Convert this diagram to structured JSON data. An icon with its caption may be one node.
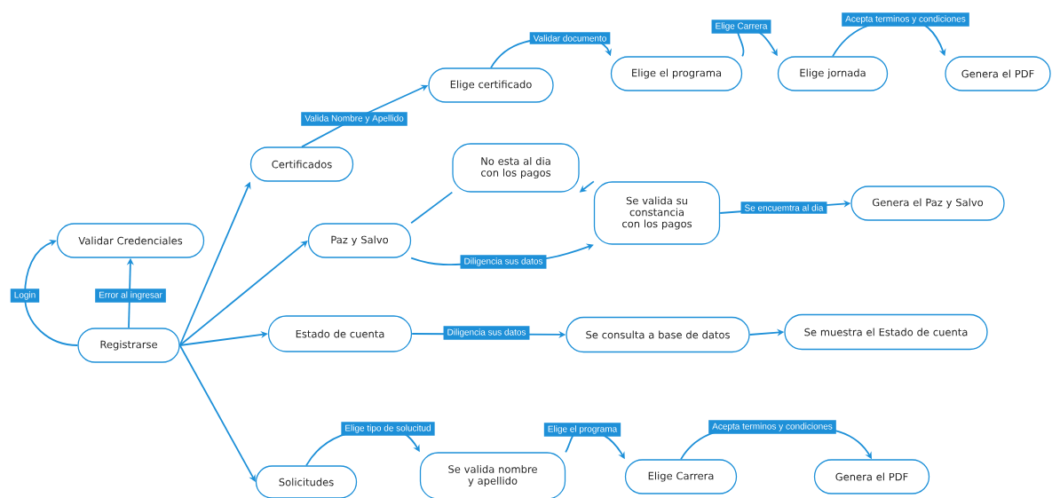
{
  "diagram": {
    "nodes": [
      {
        "text": [
          "Validar Credenciales"
        ]
      },
      {
        "text": [
          "Registrarse"
        ]
      },
      {
        "text": [
          "Certificados"
        ]
      },
      {
        "text": [
          "Elige certificado"
        ]
      },
      {
        "text": [
          "Elige el programa"
        ]
      },
      {
        "text": [
          "Elige jornada"
        ]
      },
      {
        "text": [
          "Genera el PDF"
        ]
      },
      {
        "text": [
          "Paz y Salvo"
        ]
      },
      {
        "text": [
          "No esta al dia con los pagos"
        ]
      },
      {
        "text": [
          "Se valida su constancia con los pagos"
        ]
      },
      {
        "text": [
          "Genera el Paz y Salvo"
        ]
      },
      {
        "text": [
          "Estado de cuenta"
        ]
      },
      {
        "text": [
          "Se consulta a base de datos"
        ]
      },
      {
        "text": [
          "Se muestra el Estado de cuenta"
        ]
      },
      {
        "text": [
          "Solicitudes"
        ]
      },
      {
        "text": [
          "Se valida nombre y apellido"
        ]
      },
      {
        "text": [
          "Elige Carrera"
        ]
      },
      {
        "text": [
          "Genera el PDF"
        ]
      }
    ],
    "edges": [
      {
        "from": 1,
        "to": 0,
        "arrow": "to",
        "label": "Login"
      },
      {
        "from": 1,
        "to": 0,
        "arrow": "to",
        "label": "Error al ingresar"
      },
      {
        "from": 1,
        "to": 2,
        "arrow": "to"
      },
      {
        "from": 1,
        "to": 7,
        "arrow": "to"
      },
      {
        "from": 1,
        "to": 11,
        "arrow": "to"
      },
      {
        "from": 1,
        "to": 14,
        "arrow": "to"
      },
      {
        "from": 2,
        "to": 3,
        "arrow": "to",
        "label": "Valida Nombre y Apellido"
      },
      {
        "from": 3,
        "to": 4,
        "arrow": "to",
        "label": "Validar documento"
      },
      {
        "from": 4,
        "to": 5,
        "arrow": "to",
        "label": "Elige Carrera"
      },
      {
        "from": 5,
        "to": 6,
        "arrow": "to",
        "label": "Acepta terminos y condiciones"
      },
      {
        "from": 7,
        "to": 8,
        "arrow": "none"
      },
      {
        "from": 9,
        "to": 8,
        "arrow": "to"
      },
      {
        "from": 7,
        "to": 9,
        "arrow": "to",
        "label": "Diligencia sus datos"
      },
      {
        "from": 9,
        "to": 10,
        "arrow": "to",
        "label": "Se encuemtra al dia"
      },
      {
        "from": 11,
        "to": 12,
        "arrow": "to",
        "label": "Diligencia sus datos"
      },
      {
        "from": 12,
        "to": 13,
        "arrow": "to"
      },
      {
        "from": 14,
        "to": 15,
        "arrow": "to",
        "label": "Elige tipo de solucitud"
      },
      {
        "from": 15,
        "to": 16,
        "arrow": "to",
        "label": "Elige el programa"
      },
      {
        "from": 16,
        "to": 17,
        "arrow": "to",
        "label": "Acepta terminos y condiciones"
      }
    ]
  }
}
